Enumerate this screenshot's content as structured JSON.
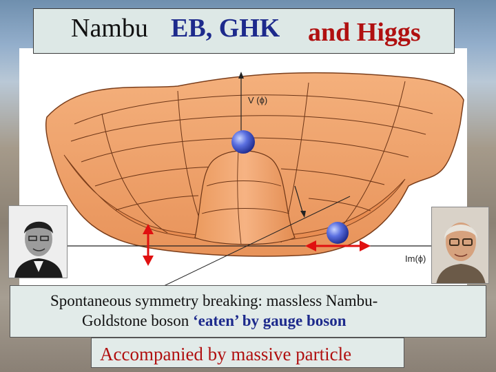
{
  "title": {
    "part1": "Nambu",
    "part2": "EB, GHK",
    "part3": "and Higgs"
  },
  "diagram": {
    "axis_v_label": "V (ϕ)",
    "axis_h_label": "Im(ϕ)"
  },
  "caption": {
    "line1": "Spontaneous symmetry breaking: massless Nambu-",
    "line2_prefix": "Goldstone boson ",
    "line2_emph": "‘eaten’ by gauge boson"
  },
  "footer": {
    "text": "Accompanied by massive particle"
  },
  "colors": {
    "title_eb": "#1d2a8c",
    "title_higgs": "#b01010",
    "potential_surface": "#f0a36a",
    "ball": "#4a5fcf",
    "arrow": "#e01010"
  }
}
